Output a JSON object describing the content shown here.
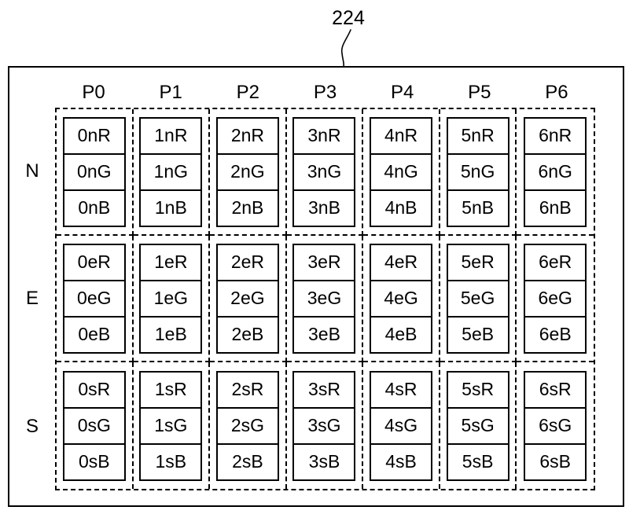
{
  "figure": {
    "reference_number": "224"
  },
  "colors": {
    "line": "#000000",
    "background": "#ffffff"
  },
  "table": {
    "column_headers": [
      "P0",
      "P1",
      "P2",
      "P3",
      "P4",
      "P5",
      "P6"
    ],
    "rows": [
      {
        "label": "N",
        "cells": [
          [
            "0nR",
            "0nG",
            "0nB"
          ],
          [
            "1nR",
            "1nG",
            "1nB"
          ],
          [
            "2nR",
            "2nG",
            "2nB"
          ],
          [
            "3nR",
            "3nG",
            "3nB"
          ],
          [
            "4nR",
            "4nG",
            "4nB"
          ],
          [
            "5nR",
            "5nG",
            "5nB"
          ],
          [
            "6nR",
            "6nG",
            "6nB"
          ]
        ]
      },
      {
        "label": "E",
        "cells": [
          [
            "0eR",
            "0eG",
            "0eB"
          ],
          [
            "1eR",
            "1eG",
            "1eB"
          ],
          [
            "2eR",
            "2eG",
            "2eB"
          ],
          [
            "3eR",
            "3eG",
            "3eB"
          ],
          [
            "4eR",
            "4eG",
            "4eB"
          ],
          [
            "5eR",
            "5eG",
            "5eB"
          ],
          [
            "6eR",
            "6eG",
            "6eB"
          ]
        ]
      },
      {
        "label": "S",
        "cells": [
          [
            "0sR",
            "0sG",
            "0sB"
          ],
          [
            "1sR",
            "1sG",
            "1sB"
          ],
          [
            "2sR",
            "2sG",
            "2sB"
          ],
          [
            "3sR",
            "3sG",
            "3sB"
          ],
          [
            "4sR",
            "4sG",
            "4sB"
          ],
          [
            "5sR",
            "5sG",
            "5sB"
          ],
          [
            "6sR",
            "6sG",
            "6sB"
          ]
        ]
      }
    ]
  }
}
